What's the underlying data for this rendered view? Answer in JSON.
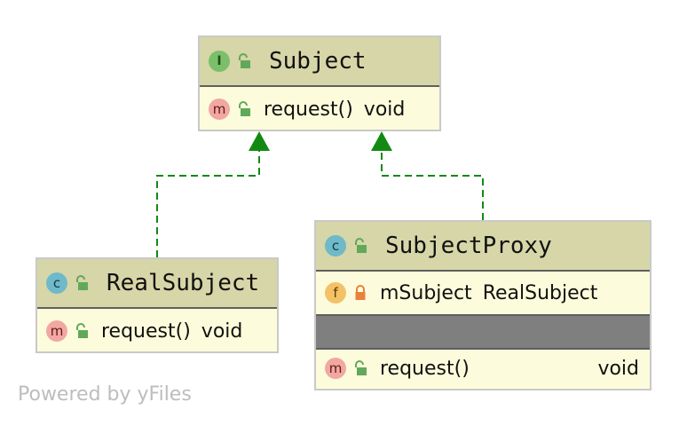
{
  "colors": {
    "header_bg": "#d6d6a8",
    "body_bg": "#fcfcdc",
    "edge": "#128a12",
    "divider": "#5f5f5f"
  },
  "classes": {
    "subject": {
      "kind": "I",
      "name": "Subject",
      "methods": [
        {
          "kind": "m",
          "name": "request()",
          "type": "void"
        }
      ]
    },
    "real_subject": {
      "kind": "c",
      "name": "RealSubject",
      "methods": [
        {
          "kind": "m",
          "name": "request()",
          "type": "void"
        }
      ]
    },
    "subject_proxy": {
      "kind": "c",
      "name": "SubjectProxy",
      "fields": [
        {
          "kind": "f",
          "name": "mSubject",
          "type": "RealSubject"
        }
      ],
      "methods": [
        {
          "kind": "m",
          "name": "request()",
          "type": "void"
        }
      ]
    }
  },
  "footer": "Powered by yFiles"
}
